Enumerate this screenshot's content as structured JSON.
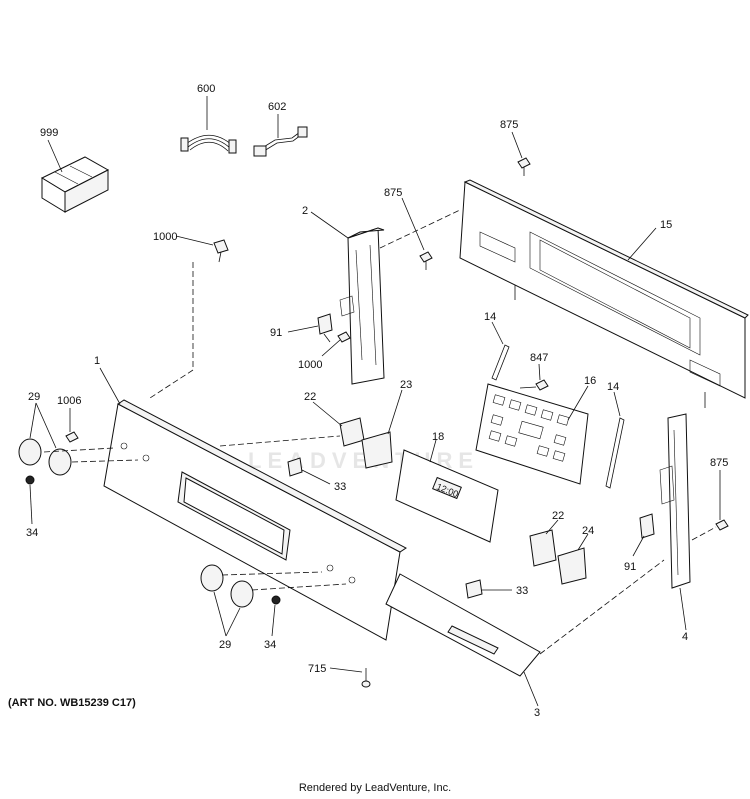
{
  "watermark": "LEADVENTURE",
  "art_number": "(ART NO. WB15239 C17)",
  "footer": "Rendered by LeadVenture, Inc.",
  "callouts": {
    "c600": "600",
    "c602": "602",
    "c999": "999",
    "c875_top": "875",
    "c875_mid": "875",
    "c875_right": "875",
    "c2": "2",
    "c15": "15",
    "c1000_top": "1000",
    "c1000_mid": "1000",
    "c91_left": "91",
    "c91_right": "91",
    "c14_left": "14",
    "c14_right": "14",
    "c847": "847",
    "c16": "16",
    "c1": "1",
    "c29_left": "29",
    "c29_bottom": "29",
    "c1006": "1006",
    "c22_top": "22",
    "c22_bottom": "22",
    "c23": "23",
    "c18": "18",
    "c33_top": "33",
    "c33_bottom": "33",
    "c34_left": "34",
    "c34_bottom": "34",
    "c24": "24",
    "c4": "4",
    "c3": "3",
    "c715": "715"
  },
  "display_readout": "12:00"
}
